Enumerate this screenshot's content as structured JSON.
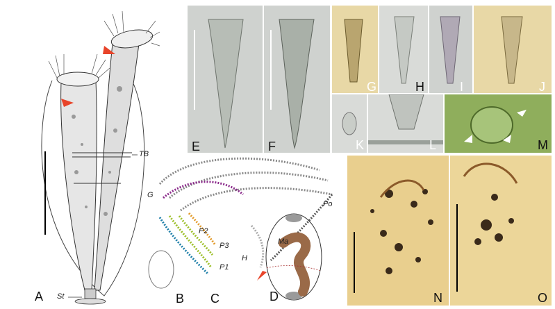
{
  "panels": {
    "A": {
      "label": "A",
      "anno_tb": "TB",
      "anno_st": "St"
    },
    "B": {
      "label": "B"
    },
    "C": {
      "label": "C",
      "anno_g": "G",
      "anno_p1": "P1",
      "anno_p2": "P2",
      "anno_p3": "P3",
      "anno_po": "Po",
      "anno_h": "H"
    },
    "D": {
      "label": "D",
      "anno_ma": "Ma"
    },
    "E": {
      "label": "E"
    },
    "F": {
      "label": "F"
    },
    "G": {
      "label": "G"
    },
    "H": {
      "label": "H"
    },
    "I": {
      "label": "I"
    },
    "J": {
      "label": "J"
    },
    "K": {
      "label": "K"
    },
    "L": {
      "label": "L"
    },
    "M": {
      "label": "M"
    },
    "N": {
      "label": "N"
    },
    "O": {
      "label": "O"
    }
  },
  "colors": {
    "arrow_red": "#e8442a",
    "kinety_gray": "#8a8a8a",
    "kinety_purple": "#8b2a8b",
    "kinety_blue": "#1f7fa8",
    "kinety_green": "#9dbf2a",
    "kinety_orange": "#e29a2a",
    "macronucleus_brown": "#9a6a48",
    "protargol_bg": "#e9cf8e"
  }
}
